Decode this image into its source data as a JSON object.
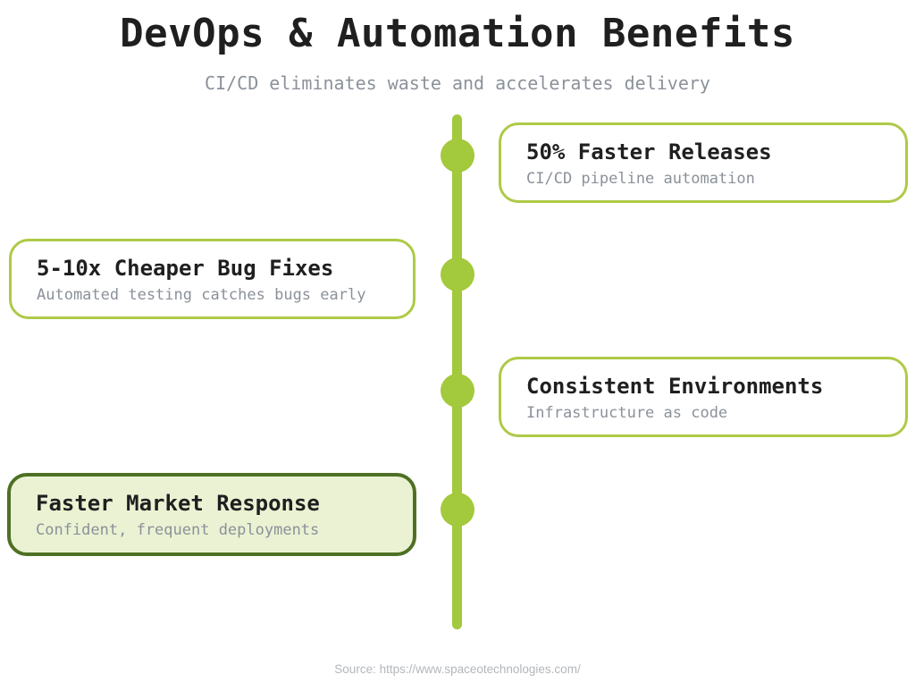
{
  "header": {
    "title": "DevOps & Automation Benefits",
    "subtitle": "CI/CD eliminates waste and accelerates delivery"
  },
  "timeline": {
    "items": [
      {
        "title": "50% Faster Releases",
        "subtitle": "CI/CD pipeline automation",
        "side": "right",
        "highlighted": false
      },
      {
        "title": "5-10x Cheaper Bug Fixes",
        "subtitle": "Automated testing catches bugs early",
        "side": "left",
        "highlighted": false
      },
      {
        "title": "Consistent Environments",
        "subtitle": "Infrastructure as code",
        "side": "right",
        "highlighted": false
      },
      {
        "title": "Faster Market Response",
        "subtitle": "Confident, frequent deployments",
        "side": "left",
        "highlighted": true
      }
    ]
  },
  "footer": {
    "source": "Source: https://www.spaceotechnologies.com/"
  },
  "colors": {
    "accent-green": "#a3c93c",
    "card-border": "#aeca47",
    "highlight-border": "#4e7024",
    "highlight-bg": "#eaf2d3",
    "title-text": "#1f1f1f",
    "muted-text": "#8b919a",
    "source-text": "#b3b7bb"
  }
}
